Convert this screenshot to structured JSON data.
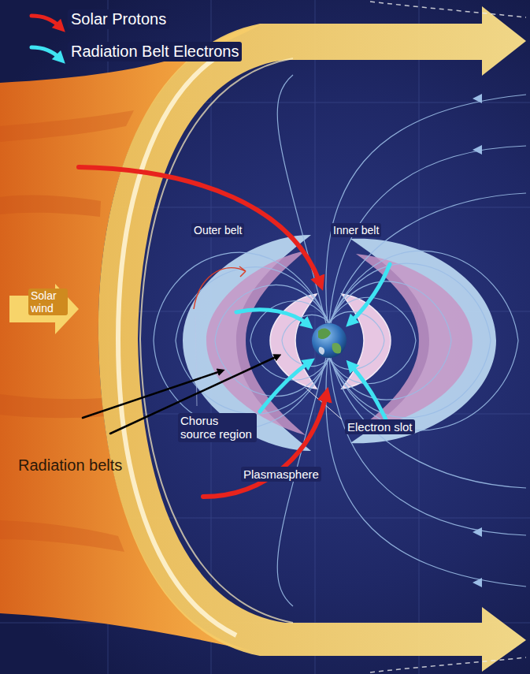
{
  "diagram": {
    "labels": [
      "Outer belt",
      "Inner belt",
      "Solar wind",
      "Chorus source region",
      "Electron slot",
      "Plasmasphere",
      "Radiation belts"
    ],
    "legend": [
      {
        "text": "Solar Protons"
      },
      {
        "text": "Radiation Belt Electrons"
      }
    ]
  }
}
